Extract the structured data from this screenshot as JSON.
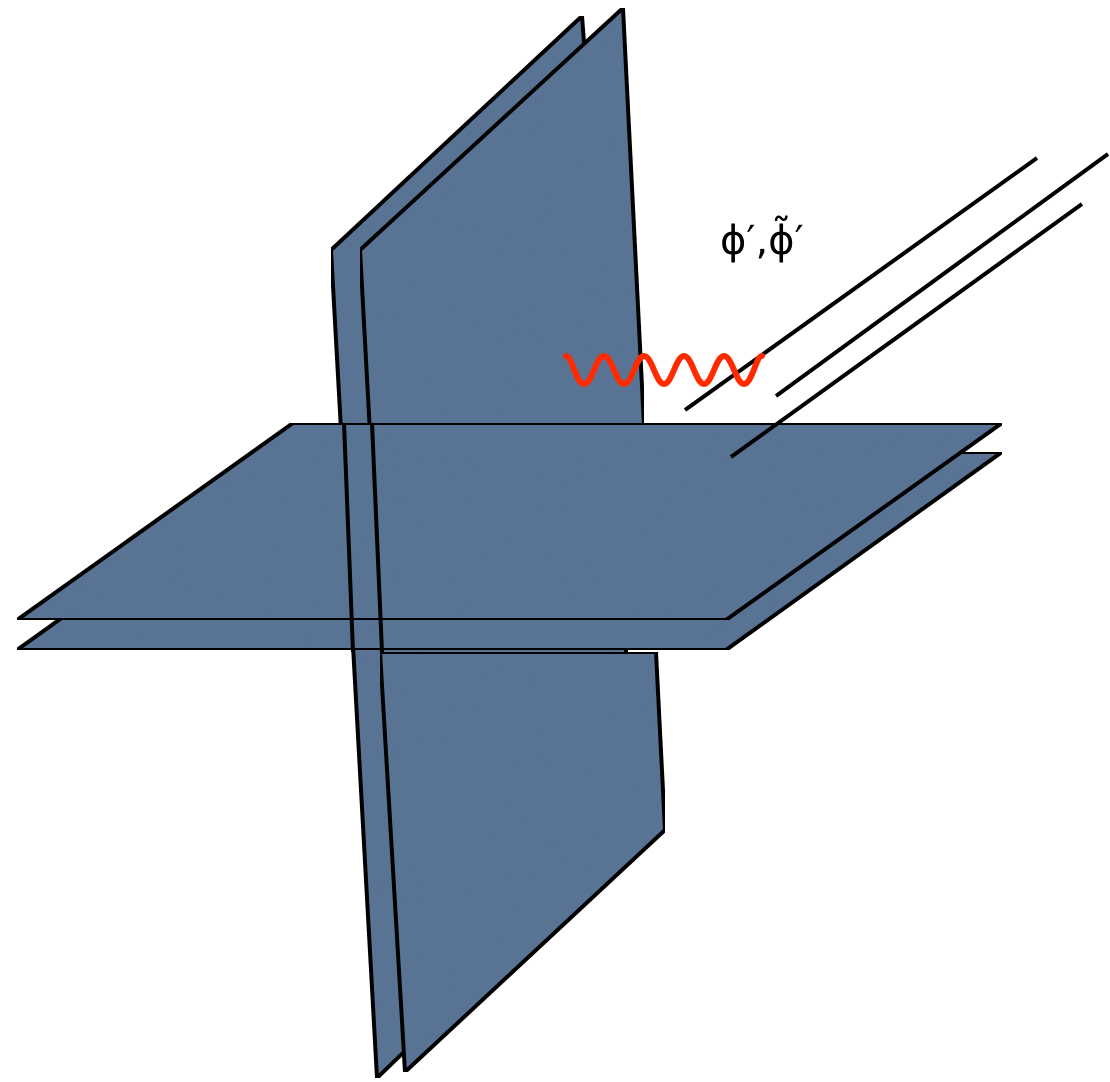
{
  "diagram": {
    "field_label": "ϕ′,ϕ̃′",
    "colors": {
      "brane_fill": "#5a7595",
      "outline": "#000000",
      "photon": "#ff2a00",
      "background": "#ffffff"
    },
    "elements": [
      "vertical-brane-back",
      "vertical-brane-front",
      "horizontal-brane-lower",
      "horizontal-brane-upper",
      "open-string-lines",
      "photon-wavy-line",
      "field-label"
    ]
  }
}
